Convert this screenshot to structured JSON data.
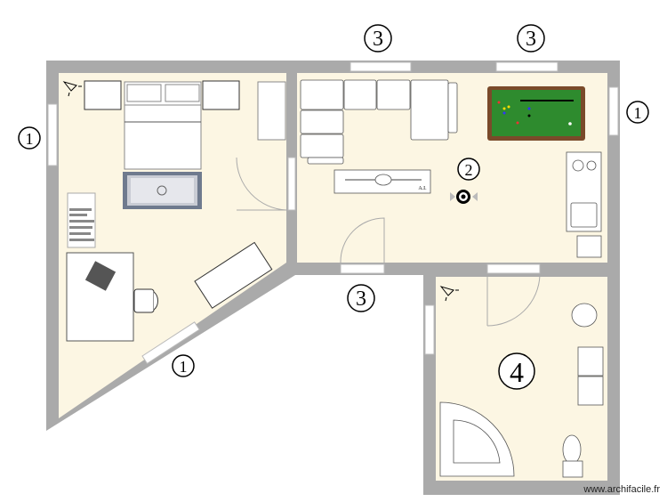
{
  "plan": {
    "room_labels": [
      {
        "id": "top-left-window",
        "text": "3"
      },
      {
        "id": "top-right-window",
        "text": "3"
      },
      {
        "id": "right-window",
        "text": "1"
      },
      {
        "id": "left-window",
        "text": "1"
      },
      {
        "id": "diagonal-window",
        "text": "1"
      },
      {
        "id": "bottom-window",
        "text": "3"
      },
      {
        "id": "living-marker",
        "text": "2"
      },
      {
        "id": "bathroom",
        "text": "4"
      }
    ],
    "tv_label": "A.I.",
    "watermark": "www.archifacile.fr"
  },
  "colors": {
    "wall": "#aaaaaa",
    "floor": "#fcf6e3",
    "billiard_felt": "#2e8b2e",
    "billiard_rim": "#7a4a2a",
    "rug": "#6f7a8e"
  }
}
